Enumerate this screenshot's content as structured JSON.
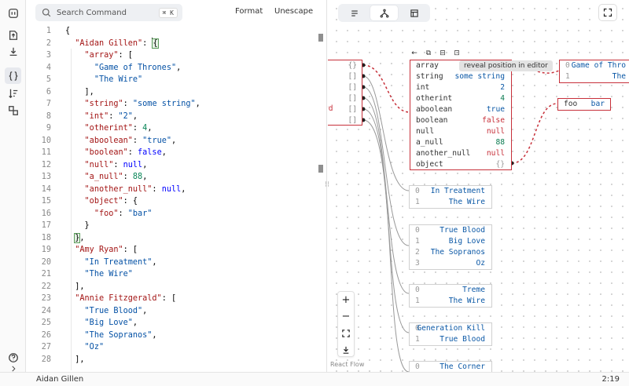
{
  "toolbar": {
    "search_placeholder": "Search Command",
    "search_shortcut": "⌘ K",
    "format_label": "Format",
    "unescape_label": "Unescape"
  },
  "rail": {
    "icons": [
      "app-logo-icon",
      "upload-icon",
      "download-icon",
      "braces-icon",
      "sort-icon",
      "transform-icon",
      "help-icon",
      "expand-icon"
    ]
  },
  "code_lines": [
    {
      "n": "1",
      "html": "<span class='p'>{</span>"
    },
    {
      "n": "2",
      "html": "  <span class='k'>\"Aidan Gillen\"</span><span class='p'>: </span><span class='caret'></span><span class='p bracket-hl'>{</span>"
    },
    {
      "n": "3",
      "html": "    <span class='k'>\"array\"</span><span class='p'>: [</span>"
    },
    {
      "n": "4",
      "html": "      <span class='s'>\"Game of Thrones\"</span><span class='p'>,</span>"
    },
    {
      "n": "5",
      "html": "      <span class='s'>\"The Wire\"</span>"
    },
    {
      "n": "6",
      "html": "    <span class='p'>],</span>"
    },
    {
      "n": "7",
      "html": "    <span class='k'>\"string\"</span><span class='p'>: </span><span class='s'>\"some string\"</span><span class='p'>,</span>"
    },
    {
      "n": "8",
      "html": "    <span class='k'>\"int\"</span><span class='p'>: </span><span class='s'>\"2\"</span><span class='p'>,</span>"
    },
    {
      "n": "9",
      "html": "    <span class='k'>\"otherint\"</span><span class='p'>: </span><span class='n'>4</span><span class='p'>,</span>"
    },
    {
      "n": "10",
      "html": "    <span class='k'>\"aboolean\"</span><span class='p'>: </span><span class='s'>\"true\"</span><span class='p'>,</span>"
    },
    {
      "n": "11",
      "html": "    <span class='k'>\"boolean\"</span><span class='p'>: </span><span class='b'>false</span><span class='p'>,</span>"
    },
    {
      "n": "12",
      "html": "    <span class='k'>\"null\"</span><span class='p'>: </span><span class='b'>null</span><span class='p'>,</span>"
    },
    {
      "n": "13",
      "html": "    <span class='k'>\"a_null\"</span><span class='p'>: </span><span class='n'>88</span><span class='p'>,</span>"
    },
    {
      "n": "14",
      "html": "    <span class='k'>\"another_null\"</span><span class='p'>: </span><span class='b'>null</span><span class='p'>,</span>"
    },
    {
      "n": "15",
      "html": "    <span class='k'>\"object\"</span><span class='p'>: {</span>"
    },
    {
      "n": "16",
      "html": "      <span class='k'>\"foo\"</span><span class='p'>: </span><span class='s'>\"bar\"</span>"
    },
    {
      "n": "17",
      "html": "    <span class='p'>}</span>"
    },
    {
      "n": "18",
      "html": "  <span class='p bracket-hl'>}</span><span class='p'>,</span>"
    },
    {
      "n": "19",
      "html": "  <span class='k'>\"Amy Ryan\"</span><span class='p'>: [</span>"
    },
    {
      "n": "20",
      "html": "    <span class='s'>\"In Treatment\"</span><span class='p'>,</span>"
    },
    {
      "n": "21",
      "html": "    <span class='s'>\"The Wire\"</span>"
    },
    {
      "n": "22",
      "html": "  <span class='p'>],</span>"
    },
    {
      "n": "23",
      "html": "  <span class='k'>\"Annie Fitzgerald\"</span><span class='p'>: [</span>"
    },
    {
      "n": "24",
      "html": "    <span class='s'>\"True Blood\"</span><span class='p'>,</span>"
    },
    {
      "n": "25",
      "html": "    <span class='s'>\"Big Love\"</span><span class='p'>,</span>"
    },
    {
      "n": "26",
      "html": "    <span class='s'>\"The Sopranos\"</span><span class='p'>,</span>"
    },
    {
      "n": "27",
      "html": "    <span class='s'>\"Oz\"</span>"
    },
    {
      "n": "28",
      "html": "  <span class='p'>],</span>"
    }
  ],
  "graph": {
    "left_node_label": "rd",
    "left_node_rows": [
      "{}",
      "[]",
      "[]",
      "[]",
      "[]",
      "[]"
    ],
    "main_node_rows": [
      {
        "k": "array",
        "v": "",
        "c": "grey"
      },
      {
        "k": "string",
        "v": "some string",
        "c": "blue"
      },
      {
        "k": "int",
        "v": "2",
        "c": "blue"
      },
      {
        "k": "otherint",
        "v": "4",
        "c": "green"
      },
      {
        "k": "aboolean",
        "v": "true",
        "c": "blue"
      },
      {
        "k": "boolean",
        "v": "false",
        "c": "red"
      },
      {
        "k": "null",
        "v": "null",
        "c": "red"
      },
      {
        "k": "a_null",
        "v": "88",
        "c": "green"
      },
      {
        "k": "another_null",
        "v": "null",
        "c": "red"
      },
      {
        "k": "object",
        "v": "{}",
        "c": "grey"
      }
    ],
    "tooltip": "reveal position in editor",
    "array_node_rows": [
      {
        "i": "0",
        "v": "Game of Thro"
      },
      {
        "i": "1",
        "v": "The"
      }
    ],
    "object_node": {
      "k": "foo",
      "v": "bar"
    },
    "list_nodes": [
      [
        {
          "i": "0",
          "v": "In Treatment"
        },
        {
          "i": "1",
          "v": "The Wire"
        }
      ],
      [
        {
          "i": "0",
          "v": "True Blood"
        },
        {
          "i": "1",
          "v": "Big Love"
        },
        {
          "i": "2",
          "v": "The Sopranos"
        },
        {
          "i": "3",
          "v": "Oz"
        }
      ],
      [
        {
          "i": "0",
          "v": "Treme"
        },
        {
          "i": "1",
          "v": "The Wire"
        }
      ],
      [
        {
          "i": "0",
          "v": "Generation Kill"
        },
        {
          "i": "1",
          "v": "True Blood"
        }
      ],
      [
        {
          "i": "0",
          "v": "The Corner"
        }
      ]
    ],
    "react_flow_label": "React Flow"
  },
  "status": {
    "path": "Aidan Gillen",
    "cursor": "2:19"
  },
  "colors": {
    "accent_red": "#c7303a",
    "value_blue": "#0b58a6",
    "number_green": "#0a7a50"
  }
}
